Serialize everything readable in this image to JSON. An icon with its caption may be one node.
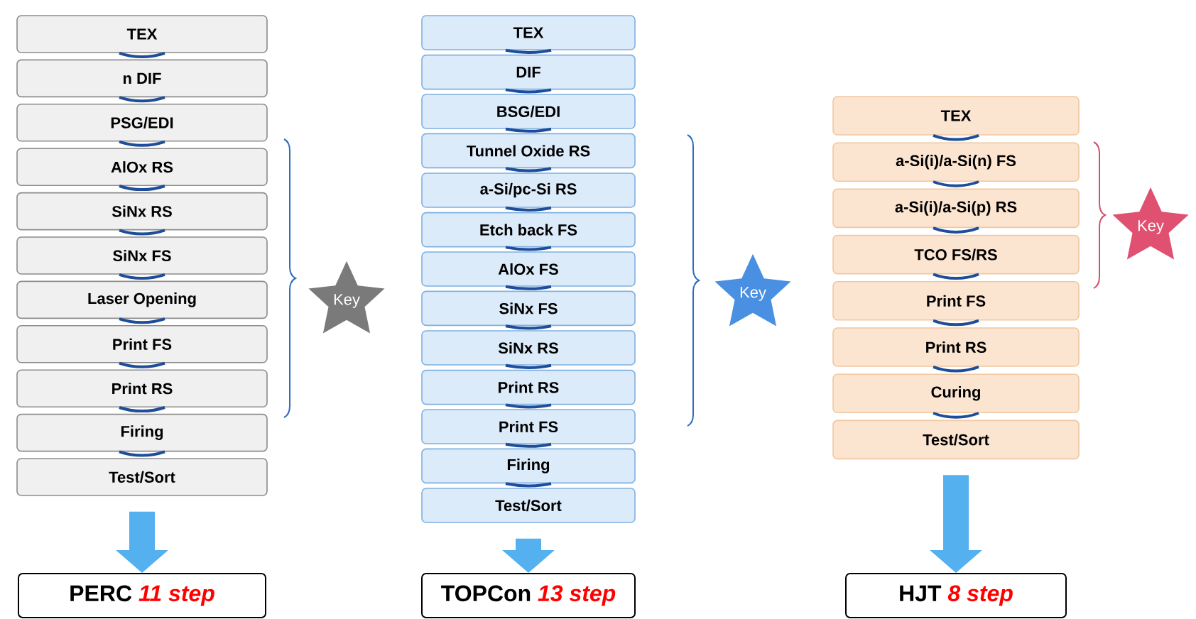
{
  "diagram": {
    "nodes": [
      {
        "text": [
          "TEX"
        ]
      },
      {
        "text": [
          "n DIF"
        ]
      },
      {
        "text": [
          "PSG/EDI"
        ]
      },
      {
        "text": [
          "AlOx RS"
        ]
      },
      {
        "text": [
          "SiNx RS"
        ]
      },
      {
        "text": [
          "SiNx FS"
        ]
      },
      {
        "text": [
          "Laser Opening"
        ]
      },
      {
        "text": [
          "Print FS"
        ]
      },
      {
        "text": [
          "Print RS"
        ]
      },
      {
        "text": [
          "Firing"
        ]
      },
      {
        "text": [
          "Test/Sort"
        ]
      },
      {
        "text": [
          "PERC",
          "11 step"
        ]
      },
      {
        "text": [
          "Key"
        ]
      },
      {
        "text": [
          "TEX"
        ]
      },
      {
        "text": [
          "DIF"
        ]
      },
      {
        "text": [
          "BSG/EDI"
        ]
      },
      {
        "text": [
          "Tunnel Oxide RS"
        ]
      },
      {
        "text": [
          "a-Si/pc-Si RS"
        ]
      },
      {
        "text": [
          "Etch back FS"
        ]
      },
      {
        "text": [
          "AlOx FS"
        ]
      },
      {
        "text": [
          "SiNx FS"
        ]
      },
      {
        "text": [
          "SiNx RS"
        ]
      },
      {
        "text": [
          "Print RS"
        ]
      },
      {
        "text": [
          "Print FS"
        ]
      },
      {
        "text": [
          "Firing"
        ]
      },
      {
        "text": [
          "Test/Sort"
        ]
      },
      {
        "text": [
          "TOPCon",
          "13 step"
        ]
      },
      {
        "text": [
          "Key"
        ]
      },
      {
        "text": [
          "TEX"
        ]
      },
      {
        "text": [
          "a-Si(i)/a-Si(n) FS"
        ]
      },
      {
        "text": [
          "a-Si(i)/a-Si(p) RS"
        ]
      },
      {
        "text": [
          "TCO FS/RS"
        ]
      },
      {
        "text": [
          "Print FS"
        ]
      },
      {
        "text": [
          "Print RS"
        ]
      },
      {
        "text": [
          "Curing"
        ]
      },
      {
        "text": [
          "Test/Sort"
        ]
      },
      {
        "text": [
          "HJT",
          "8 step"
        ]
      },
      {
        "text": [
          "Key"
        ]
      }
    ],
    "edges": [
      {
        "from": 0,
        "to": 1,
        "arrow": "none"
      },
      {
        "from": 1,
        "to": 2,
        "arrow": "none"
      },
      {
        "from": 2,
        "to": 3,
        "arrow": "none"
      },
      {
        "from": 3,
        "to": 4,
        "arrow": "none"
      },
      {
        "from": 4,
        "to": 5,
        "arrow": "none"
      },
      {
        "from": 5,
        "to": 6,
        "arrow": "none"
      },
      {
        "from": 6,
        "to": 7,
        "arrow": "none"
      },
      {
        "from": 7,
        "to": 8,
        "arrow": "none"
      },
      {
        "from": 8,
        "to": 9,
        "arrow": "none"
      },
      {
        "from": 9,
        "to": 10,
        "arrow": "none"
      },
      {
        "from": 10,
        "to": 11,
        "arrow": "to",
        "style": "thick",
        "color": "#55b0ef"
      },
      {
        "from": 13,
        "to": 14,
        "arrow": "none"
      },
      {
        "from": 14,
        "to": 15,
        "arrow": "none"
      },
      {
        "from": 15,
        "to": 16,
        "arrow": "none"
      },
      {
        "from": 16,
        "to": 17,
        "arrow": "none"
      },
      {
        "from": 17,
        "to": 18,
        "arrow": "none"
      },
      {
        "from": 18,
        "to": 19,
        "arrow": "none"
      },
      {
        "from": 19,
        "to": 20,
        "arrow": "none"
      },
      {
        "from": 20,
        "to": 21,
        "arrow": "none"
      },
      {
        "from": 21,
        "to": 22,
        "arrow": "none"
      },
      {
        "from": 22,
        "to": 23,
        "arrow": "none"
      },
      {
        "from": 23,
        "to": 24,
        "arrow": "none"
      },
      {
        "from": 24,
        "to": 25,
        "arrow": "none"
      },
      {
        "from": 25,
        "to": 26,
        "arrow": "to",
        "style": "thick",
        "color": "#55b0ef"
      },
      {
        "from": 28,
        "to": 29,
        "arrow": "none"
      },
      {
        "from": 29,
        "to": 30,
        "arrow": "none"
      },
      {
        "from": 30,
        "to": 31,
        "arrow": "none"
      },
      {
        "from": 31,
        "to": 32,
        "arrow": "none"
      },
      {
        "from": 32,
        "to": 33,
        "arrow": "none"
      },
      {
        "from": 33,
        "to": 34,
        "arrow": "none"
      },
      {
        "from": 34,
        "to": 35,
        "arrow": "none"
      },
      {
        "from": 35,
        "to": 36,
        "arrow": "to",
        "style": "thick",
        "color": "#55b0ef"
      }
    ]
  }
}
